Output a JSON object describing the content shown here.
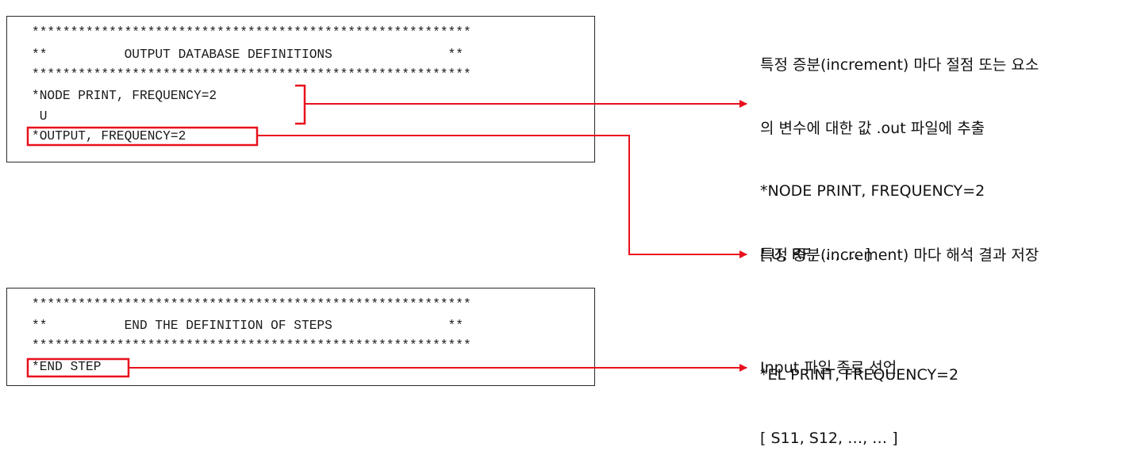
{
  "output_block": {
    "lines": [
      "*********************************************************",
      "**          OUTPUT DATABASE DEFINITIONS               **",
      "*********************************************************",
      "*NODE PRINT, FREQUENCY=2",
      " U",
      "*OUTPUT, FREQUENCY=2"
    ]
  },
  "end_block": {
    "lines": [
      "*********************************************************",
      "**          END THE DEFINITION OF STEPS               **",
      "*********************************************************",
      "*END STEP"
    ]
  },
  "annotations": {
    "node_print": {
      "line1": "특정 증분(increment) 마다 절점 또는 요소",
      "line2": "의 변수에 대한 값 .out 파일에 추출",
      "line3": "*NODE PRINT, FREQUENCY=2",
      "line4": "[ U, RF, …, … ]",
      "line5": "*EL PRINT, FREQUENCY=2",
      "line6": "[ S11, S12, …, … ]"
    },
    "output": "특정 증분(increment) 마다 해석 결과 저장",
    "end_step": "Input 파일 종료 선언"
  },
  "colors": {
    "highlight": "#e8101c",
    "border": "#2a2a2a",
    "text": "#111111"
  }
}
